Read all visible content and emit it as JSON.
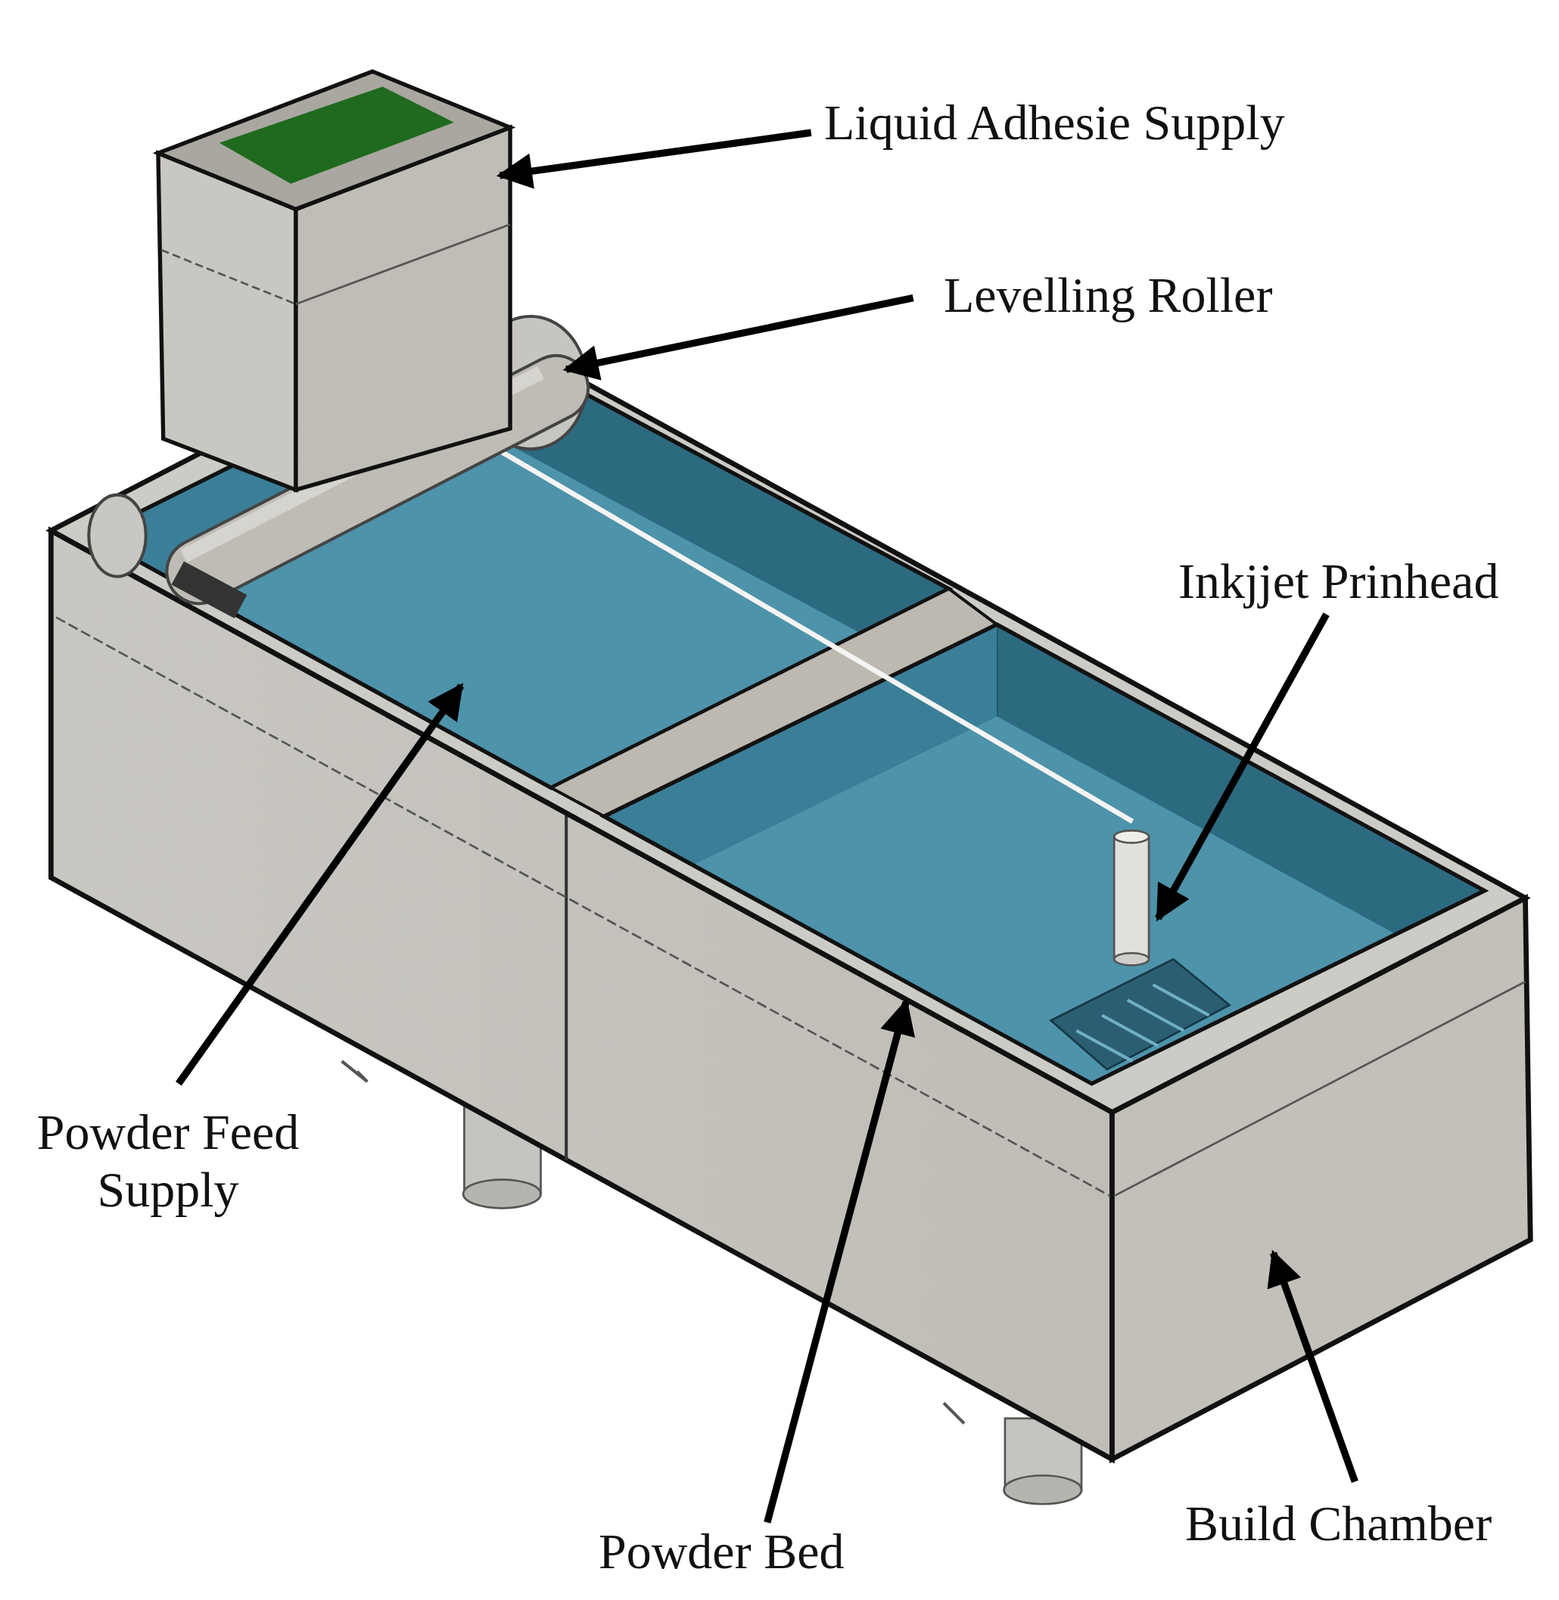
{
  "diagram": {
    "labels": [
      "Liquid Adhesie Supply",
      "Levelling Roller",
      "Inkjjet Prinhead",
      "Powder Feed Supply",
      "Powder Bed",
      "Build Chamber"
    ]
  }
}
